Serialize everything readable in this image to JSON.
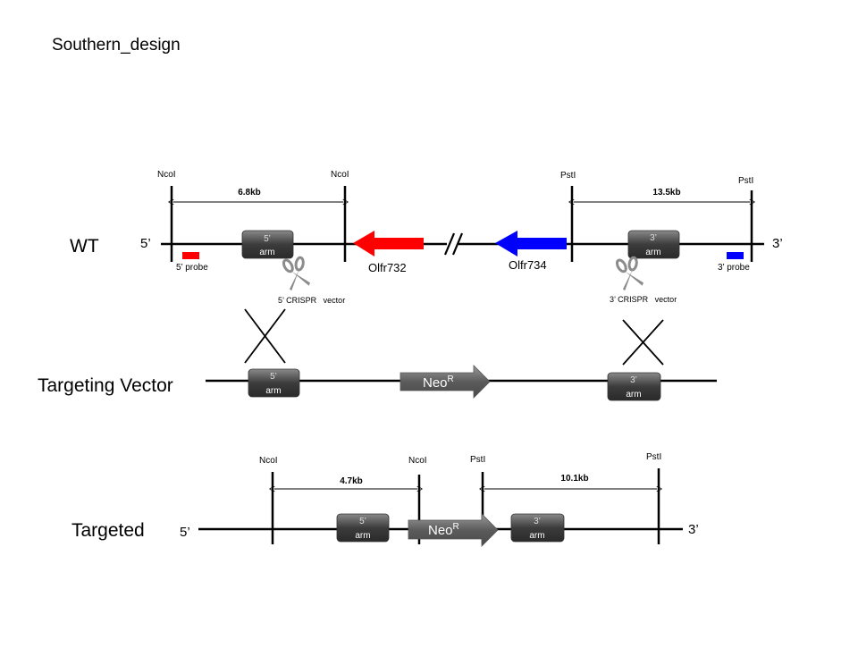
{
  "title": "Southern_design",
  "colors": {
    "line": "#000000",
    "olfr732": "#ff0000",
    "olfr734": "#0000ff",
    "probe5": "#ff0000",
    "probe3": "#0000ff",
    "arm_fill": "#3c3c3c",
    "arm_text": "#ffffff",
    "neo_fill": "#666666",
    "scissors": "#8c8c8c"
  },
  "wt": {
    "label": "WT",
    "end5": "5’",
    "end3": "3’",
    "site_ncol_left": "NcoI",
    "site_ncol_right": "NcoI",
    "site_pstl_left": "PstI",
    "site_pstl_right": "PstI",
    "dist_ncol": "6.8kb",
    "dist_pstl": "13.5kb",
    "arm5": {
      "top": "5’",
      "bottom": "arm"
    },
    "arm3": {
      "top": "3’",
      "bottom": "arm"
    },
    "gene_left": "Olfr732",
    "gene_right": "Olfr734",
    "probe5": "5’ probe",
    "probe3": "3’ probe",
    "crispr5": "5’ CRISPR   vector",
    "crispr3": "3’ CRISPR   vector"
  },
  "vector": {
    "label": "Targeting Vector",
    "arm5": {
      "top": "5’",
      "bottom": "arm"
    },
    "arm3": {
      "top": "3’",
      "bottom": "arm"
    },
    "neo": "Neo",
    "neo_sup": "R"
  },
  "targeted": {
    "label": "Targeted",
    "end5": "5’",
    "end3": "3’",
    "site_ncol_left": "NcoI",
    "site_ncol_right": "NcoI",
    "site_pstl_left": "PstI",
    "site_pstl_right": "PstI",
    "dist_ncol": "4.7kb",
    "dist_pstl": "10.1kb",
    "arm5": {
      "top": "5’",
      "bottom": "arm"
    },
    "arm3": {
      "top": "3’",
      "bottom": "arm"
    },
    "neo": "Neo",
    "neo_sup": "R"
  }
}
